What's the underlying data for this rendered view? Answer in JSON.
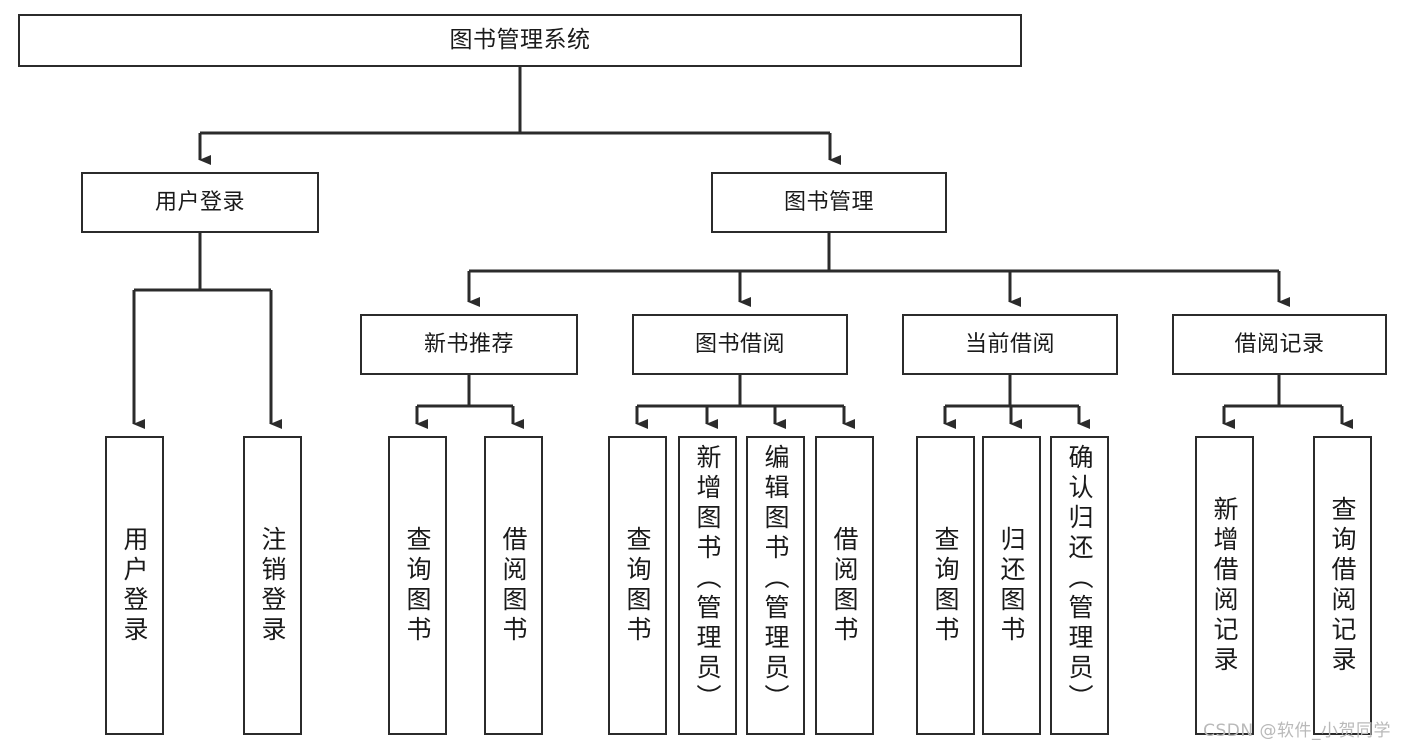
{
  "diagram": {
    "type": "tree",
    "title": "图书管理系统",
    "root": {
      "label": "图书管理系统"
    },
    "level1": [
      {
        "label": "用户登录"
      },
      {
        "label": "图书管理"
      }
    ],
    "level2": [
      {
        "label": "新书推荐"
      },
      {
        "label": "图书借阅"
      },
      {
        "label": "当前借阅"
      },
      {
        "label": "借阅记录"
      }
    ],
    "leaves": {
      "user_login": [
        {
          "label": "用户登录"
        },
        {
          "label": "注销登录"
        }
      ],
      "new_book": [
        {
          "label": "查询图书"
        },
        {
          "label": "借阅图书"
        }
      ],
      "book_borrow": [
        {
          "label": "查询图书"
        },
        {
          "label": "新增图书（管理员）"
        },
        {
          "label": "编辑图书（管理员）"
        },
        {
          "label": "借阅图书"
        }
      ],
      "current_borrow": [
        {
          "label": "查询图书"
        },
        {
          "label": "归还图书"
        },
        {
          "label": "确认归还（管理员）"
        }
      ],
      "borrow_record": [
        {
          "label": "新增借阅记录"
        },
        {
          "label": "查询借阅记录"
        }
      ]
    }
  },
  "watermark": {
    "text": "CSDN @软件_小贺同学"
  },
  "colors": {
    "stroke": "#2b2b2b",
    "box_fill": "#ffffff",
    "text": "#1a1a1a",
    "watermark": "#b9b9b9",
    "background": "#ffffff"
  }
}
